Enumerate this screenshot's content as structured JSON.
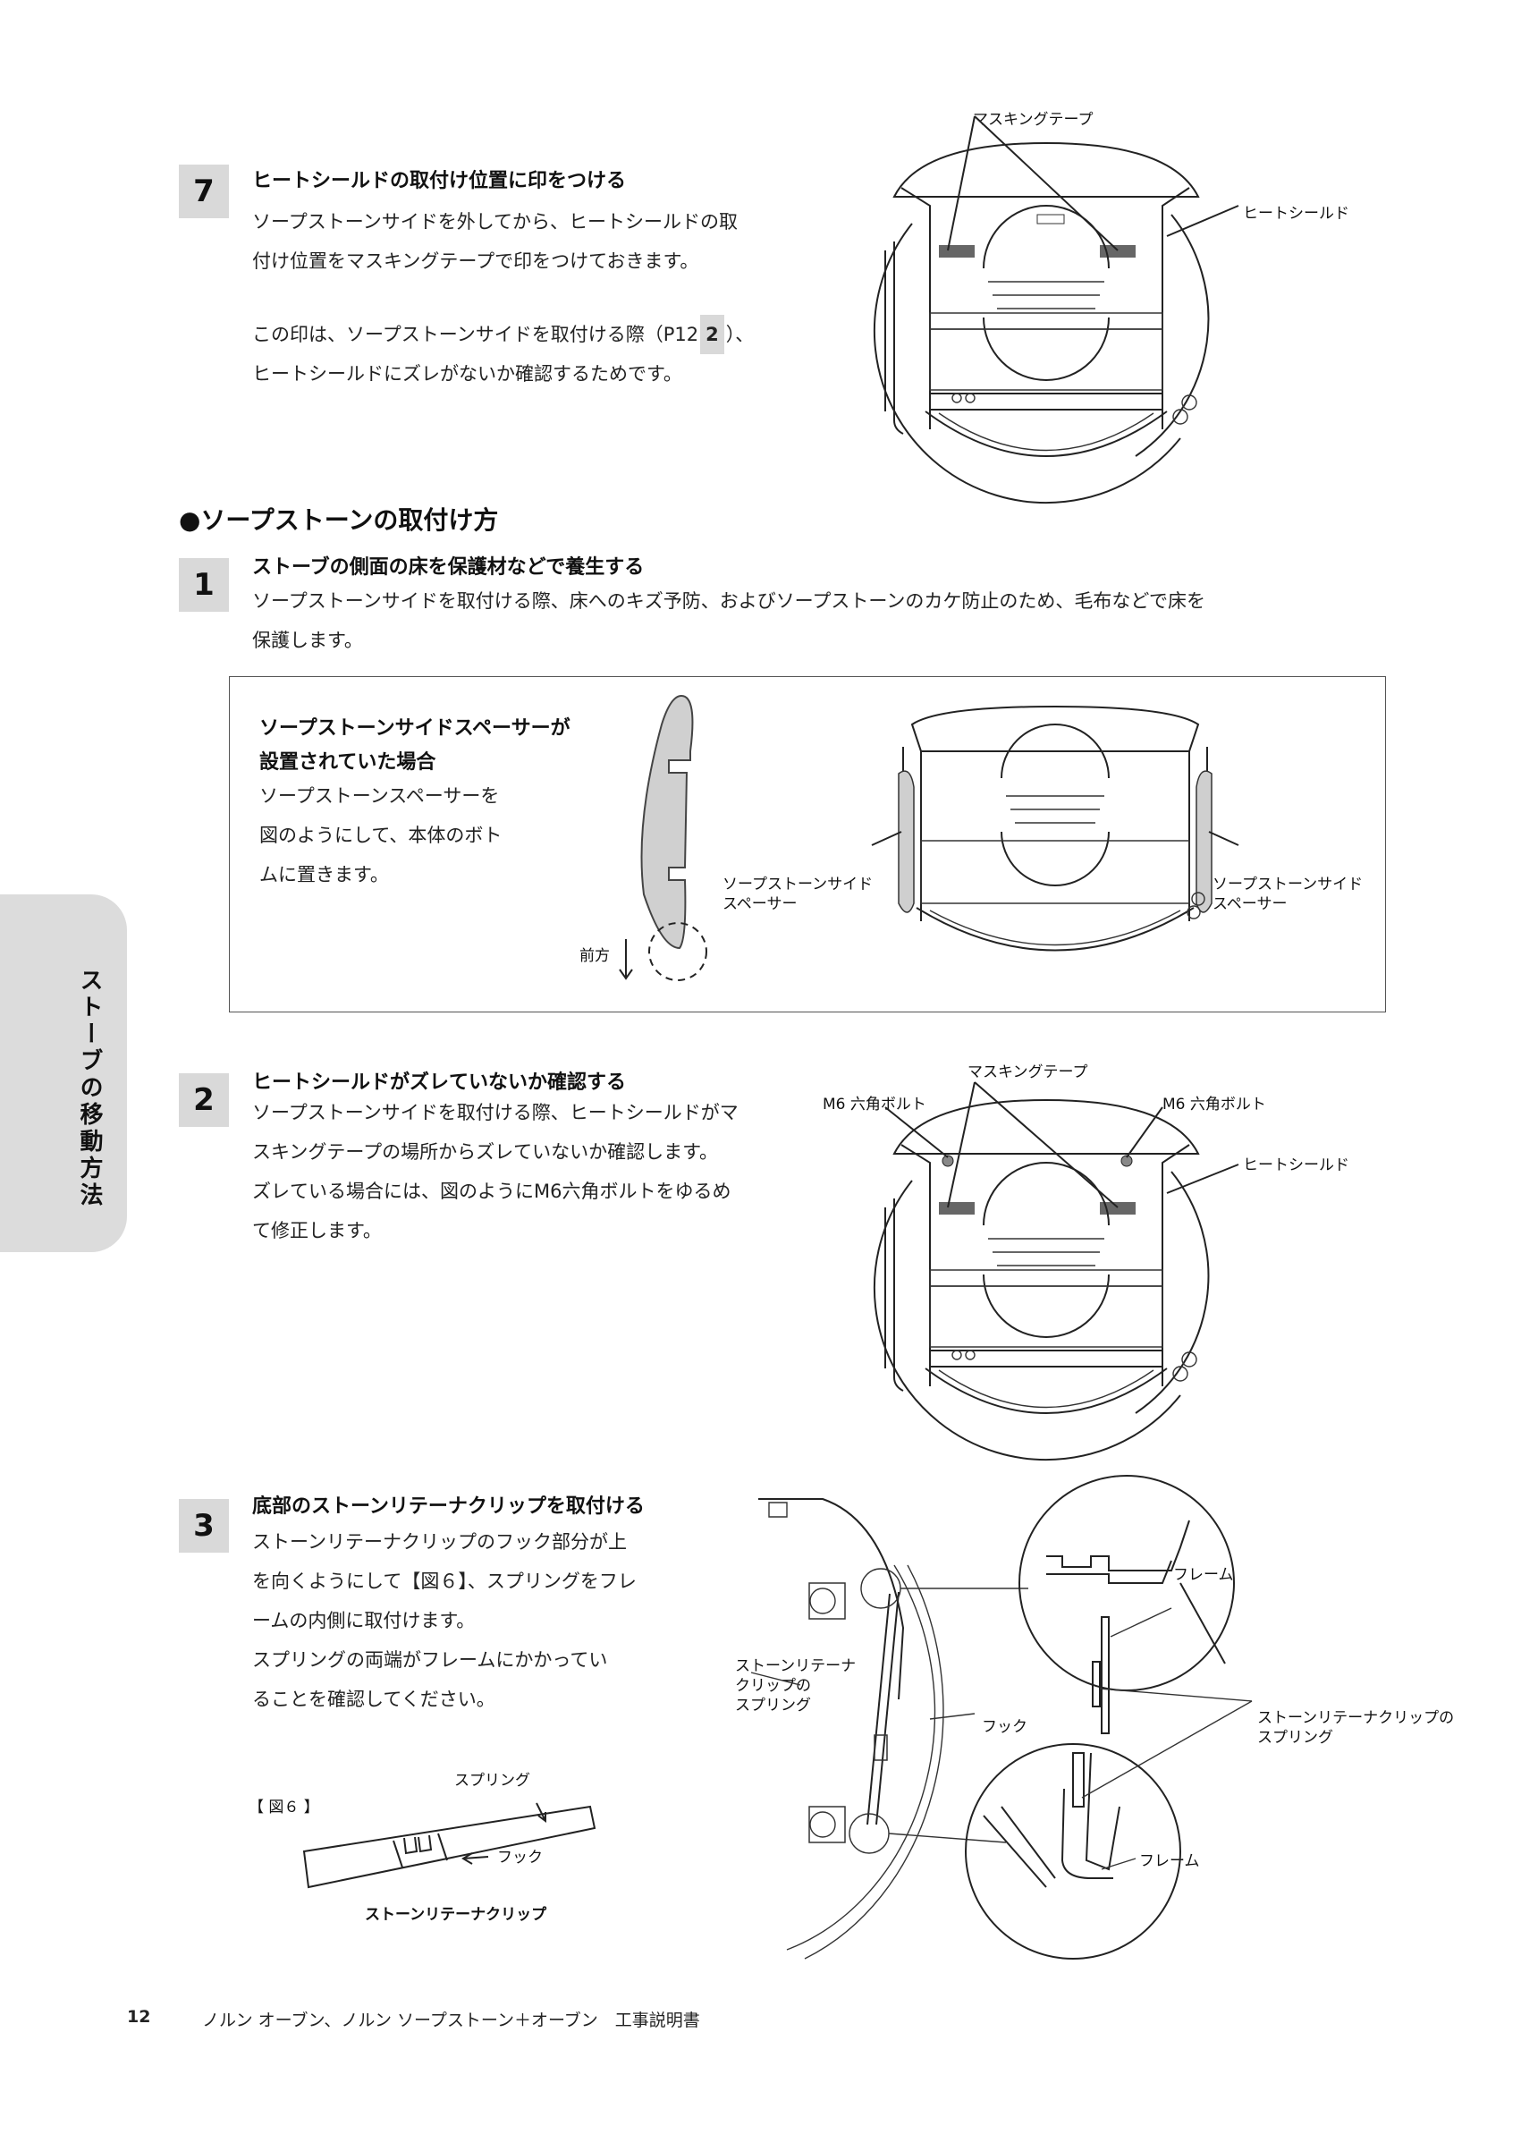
{
  "side_tab": "ストーブの移動方法",
  "step7": {
    "number": "7",
    "heading": "ヒートシールドの取付け位置に印をつける",
    "para1": [
      "ソープストーンサイドを外してから、ヒートシールドの取",
      "付け位置をマスキングテープで印をつけておきます。"
    ],
    "para2_line1_pre": "この印は、ソープストーンサイドを取付ける際（P12",
    "para2_ref": "2",
    "para2_line1_post": "）、",
    "para2_line2": "ヒートシールドにズレがないか確認するためです。",
    "labels": {
      "tape": "マスキングテープ",
      "shield": "ヒートシールド"
    }
  },
  "section": {
    "title": "●ソープストーンの取付け方"
  },
  "step1": {
    "number": "1",
    "heading": "ストーブの側面の床を保護材などで養生する",
    "lines": [
      "ソープストーンサイドを取付ける際、床へのキズ予防、およびソープストーンのカケ防止のため、毛布などで床を",
      "保護します。"
    ]
  },
  "spacer_box": {
    "title": [
      "ソープストーンサイドスペーサーが",
      "設置されていた場合"
    ],
    "lines": [
      "ソープストーンスペーサーを",
      "図のようにして、本体のボト",
      "ムに置きます。"
    ],
    "front": "前方",
    "left_label": [
      "ソープストーンサイド",
      "スペーサー"
    ],
    "right_label": [
      "ソープストーンサイド",
      "スペーサー"
    ]
  },
  "step2": {
    "number": "2",
    "heading": "ヒートシールドがズレていないか確認する",
    "lines": [
      "ソープストーンサイドを取付ける際、ヒートシールドがマ",
      "スキングテープの場所からズレていないか確認します。",
      "ズレている場合には、図のようにM6六角ボルトをゆるめ",
      "て修正します。"
    ],
    "labels": {
      "tape": "マスキングテープ",
      "bolt_left": "M6 六角ボルト",
      "bolt_right": "M6 六角ボルト",
      "shield": "ヒートシールド"
    }
  },
  "step3": {
    "number": "3",
    "heading": "底部のストーンリテーナクリップを取付ける",
    "lines": [
      "ストーンリテーナクリップのフック部分が上",
      "を向くようにして【図６】、スプリングをフレ",
      "ームの内側に取付けます。",
      "スプリングの両端がフレームにかかってい",
      "ることを確認してください。"
    ],
    "fig_label": "【 図６ 】",
    "fig_spring": "スプリング",
    "fig_hook": "フック",
    "fig_caption": "ストーンリテーナクリップ",
    "detail": {
      "spring_label": [
        "ストーンリテーナ",
        "クリップの",
        "スプリング"
      ],
      "hook": "フック",
      "frame_top": "フレーム",
      "frame_bottom": "フレーム",
      "right_label": [
        "ストーンリテーナクリップの",
        "スプリング"
      ]
    }
  },
  "footer": {
    "page": "12",
    "title": "ノルン オーブン、ノルン ソープストーン＋オーブン　工事説明書"
  }
}
